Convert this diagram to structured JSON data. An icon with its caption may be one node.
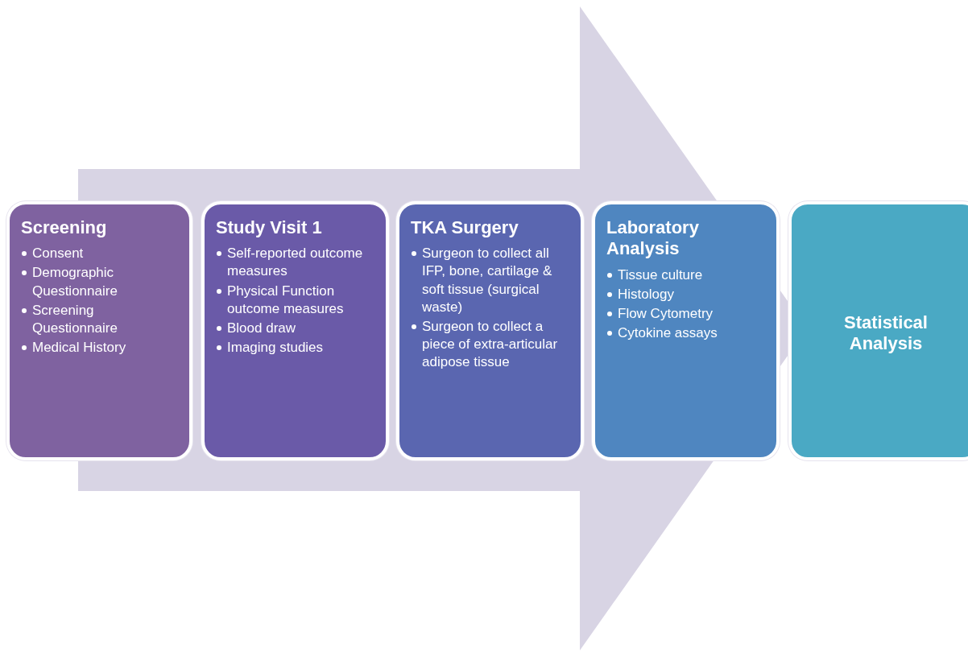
{
  "diagram": {
    "nodes": [
      {
        "text": [
          "Screening",
          "Consent",
          "Demographic Questionnaire",
          "Screening Questionnaire",
          "Medical History"
        ]
      },
      {
        "text": [
          "Study Visit 1",
          "Self-reported outcome measures",
          "Physical Function outcome measures",
          "Blood draw",
          "Imaging studies"
        ]
      },
      {
        "text": [
          "TKA Surgery",
          "Surgeon to collect all IFP, bone, cartilage & soft tissue (surgical waste)",
          "Surgeon to collect a piece of extra-articular adipose tissue"
        ]
      },
      {
        "text": [
          "Laboratory Analysis",
          "Tissue culture",
          "Histology",
          "Flow Cytometry",
          "Cytokine assays"
        ]
      },
      {
        "text": [
          "Statistical Analysis"
        ]
      }
    ],
    "edges": [
      {
        "from": 0,
        "to": 4,
        "arrow": "to"
      }
    ]
  }
}
